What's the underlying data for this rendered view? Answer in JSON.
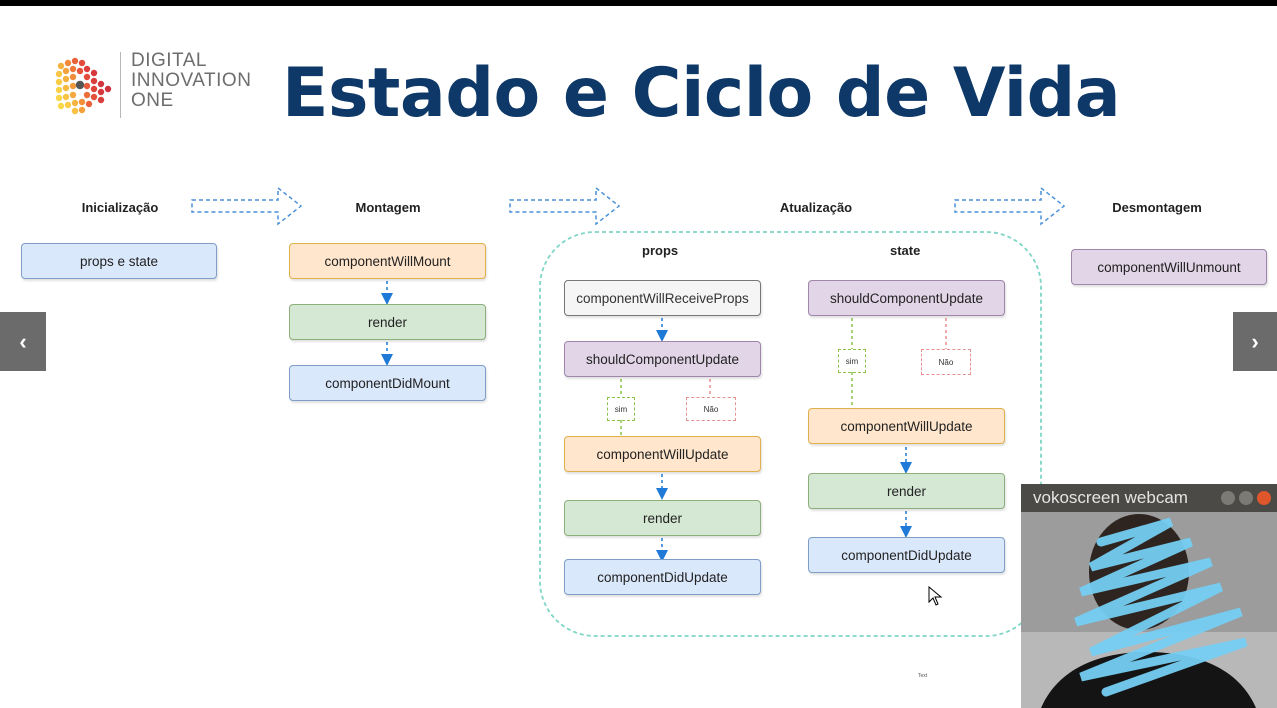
{
  "logo": {
    "line1": "DIGITAL",
    "line2": "INNOVATION",
    "line3": "ONE"
  },
  "title": "Estado e Ciclo de Vida",
  "phases": {
    "init": "Inicialização",
    "mount": "Montagem",
    "update": "Atualização",
    "unmount": "Desmontagem"
  },
  "init_box": "props e state",
  "mount_boxes": [
    "componentWillMount",
    "render",
    "componentDidMount"
  ],
  "update": {
    "props_label": "props",
    "state_label": "state",
    "props_boxes": [
      "componentWillReceiveProps",
      "shouldComponentUpdate",
      "componentWillUpdate",
      "render",
      "componentDidUpdate"
    ],
    "props_sim": "sim",
    "props_nao": "Não",
    "state_boxes": [
      "shouldComponentUpdate",
      "componentWillUpdate",
      "render",
      "componentDidUpdate"
    ],
    "state_sim": "sim",
    "state_nao": "Não"
  },
  "unmount_box": "componentWillUnmount",
  "nav": {
    "prev": "‹",
    "next": "›"
  },
  "webcam": {
    "title": "vokoscreen webcam"
  },
  "tiny_note": "Text",
  "colors": {
    "title": "#0d3867",
    "blue_box": "#dae8fc",
    "orange_box": "#ffe6cc",
    "green_box": "#d5e8d4",
    "purple_box": "#e1d5e7",
    "gray_box": "#f5f5f5",
    "arrow": "#1e7ad6",
    "update_border": "#7fd6c6"
  }
}
